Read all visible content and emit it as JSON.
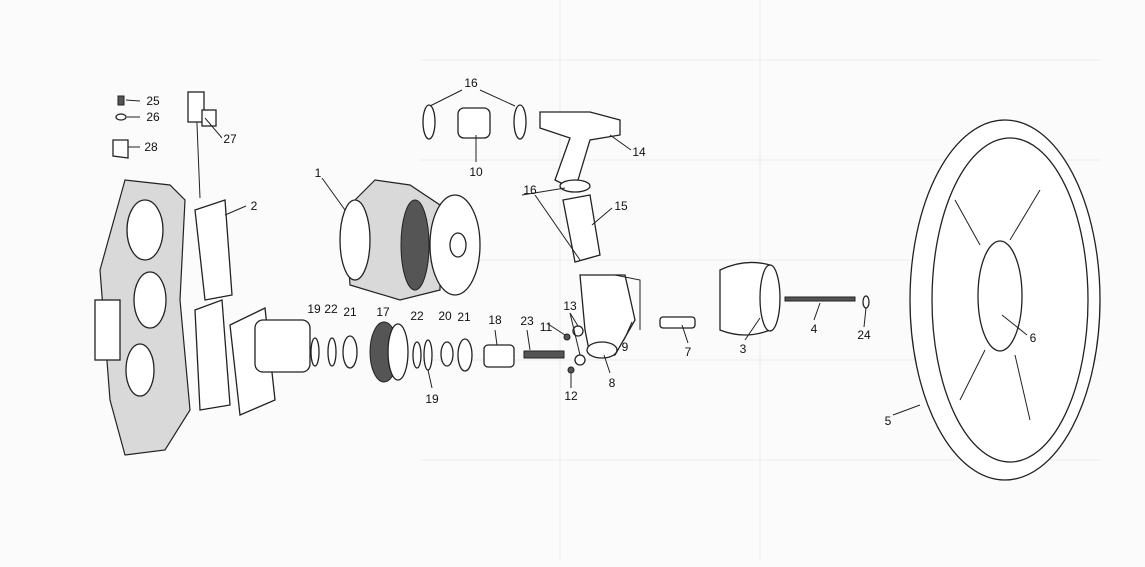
{
  "diagram": {
    "type": "exploded-parts-diagram",
    "callouts": [
      "25",
      "26",
      "27",
      "28",
      "2",
      "1",
      "16",
      "10",
      "14",
      "16",
      "15",
      "13",
      "11",
      "9",
      "7",
      "3",
      "4",
      "24",
      "6",
      "5",
      "19",
      "22",
      "21",
      "17",
      "22",
      "20",
      "21",
      "19",
      "18",
      "23",
      "12",
      "8"
    ]
  }
}
